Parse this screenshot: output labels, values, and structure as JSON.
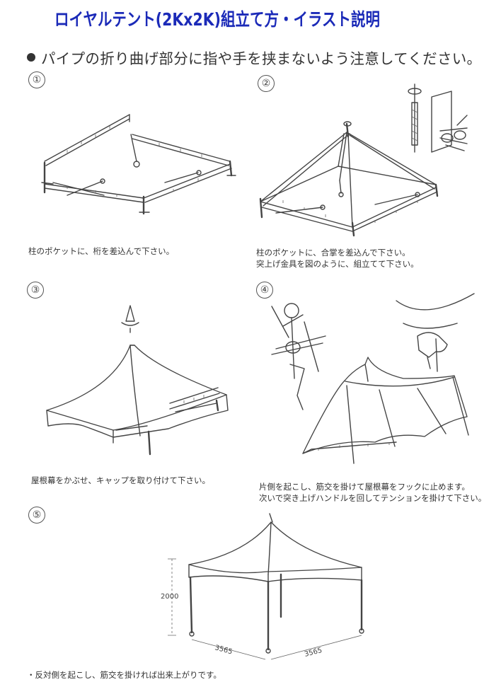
{
  "title": "ロイヤルテント(2Kx2K)組立て方・イラスト説明",
  "note": "パイプの折り曲げ部分に指や手を挟まないよう注意してください。",
  "steps": [
    {
      "number": "①",
      "caption": [
        "柱のポケットに、桁を差込んで下さい。"
      ]
    },
    {
      "number": "②",
      "caption": [
        "柱のポケットに、合掌を差込んで下さい。",
        "突上げ金具を図のように、組立てて下さい。"
      ]
    },
    {
      "number": "③",
      "caption": [
        "屋根幕をかぶせ、キャップを取り付けて下さい。"
      ]
    },
    {
      "number": "④",
      "caption": [
        "片側を起こし、筋交を掛けて屋根幕をフックに止めます。",
        "次いで突き上げハンドルを回してテンションを掛けて下さい。"
      ]
    },
    {
      "number": "⑤",
      "caption": [
        "・反対側を起こし、筋交を掛ければ出来上がりです。"
      ]
    }
  ],
  "dimensions": {
    "height": "2000",
    "width1": "3565",
    "width2": "3565"
  },
  "colors": {
    "title_fill": "#1b2ab8",
    "title_outline": "#ffffff",
    "line": "#444444"
  }
}
